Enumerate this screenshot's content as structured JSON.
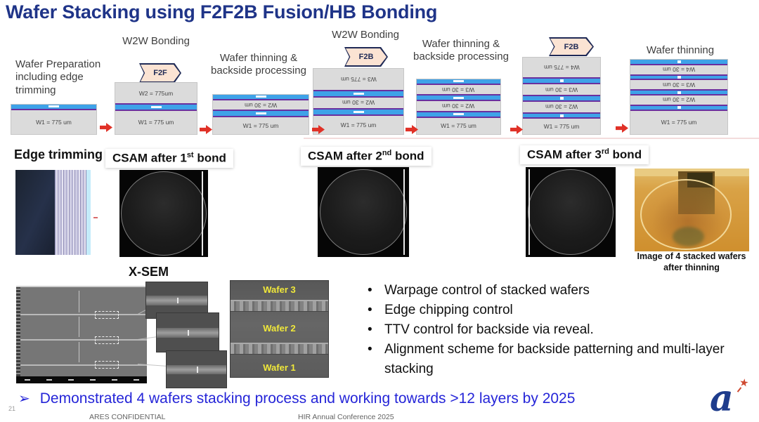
{
  "slide": {
    "title": "Wafer Stacking using F2F2B Fusion/HB Bonding"
  },
  "flow": {
    "stage1_label": "Wafer Preparation including edge trimming",
    "w2w_bonding_1": "W2W Bonding",
    "f2f_tag": "F2F",
    "thinning_backside_1": "Wafer thinning & backside processing",
    "w2w_bonding_2": "W2W Bonding",
    "f2b_tag_1": "F2B",
    "thinning_backside_2": "Wafer thinning & backside processing",
    "f2b_tag_2": "F2B",
    "final_thinning": "Wafer thinning"
  },
  "wafers": {
    "w1_775": "W1 = 775 um",
    "w2_775": "W2  = 775um",
    "w2_30": "W2 = 30 um",
    "w3_775": "W3 = 775 um",
    "w3_30": "W3 = 30 um",
    "w4_775": "W4 = 775 um",
    "w4_30": "W4 = 30 um"
  },
  "middle": {
    "edge_trimming_label": "Edge trimming",
    "csam1": {
      "prefix": "CSAM after 1",
      "ordinal": "st",
      "suffix": " bond"
    },
    "csam2": {
      "prefix": "CSAM after 2",
      "ordinal": "nd",
      "suffix": " bond"
    },
    "csam3": {
      "prefix": "CSAM after 3",
      "ordinal": "rd",
      "suffix": " bond"
    },
    "photo_caption": "Image of 4 stacked wafers after thinning"
  },
  "xsem": {
    "label": "X-SEM",
    "wafer_labels": [
      "Wafer 3",
      "Wafer 2",
      "Wafer 1"
    ]
  },
  "bullets": [
    "Warpage control of stacked wafers",
    "Edge chipping control",
    "TTV control for backside via reveal.",
    "Alignment scheme for backside patterning and multi-layer stacking"
  ],
  "banner": {
    "glyph": "➢",
    "text": "Demonstrated 4 wafers stacking process and working towards >12 layers by 2025"
  },
  "footer": {
    "page_number": "21",
    "left": "ARES CONFIDENTIAL",
    "right": "HIR Annual Conference 2025"
  },
  "logo": {
    "letter": "a",
    "star": "★"
  },
  "colors": {
    "title_navy": "#1f3488",
    "banner_blue": "#2525d8",
    "bond_blue": "#3ea2e8",
    "bond_purple": "#6a2f9e",
    "arrow_red": "#e03127",
    "chevron_fill": "#fbe3d3",
    "chevron_border": "#1f2a56",
    "wafer_gray": "#dbdbdb",
    "sem_label_yellow": "#f0e83a"
  }
}
